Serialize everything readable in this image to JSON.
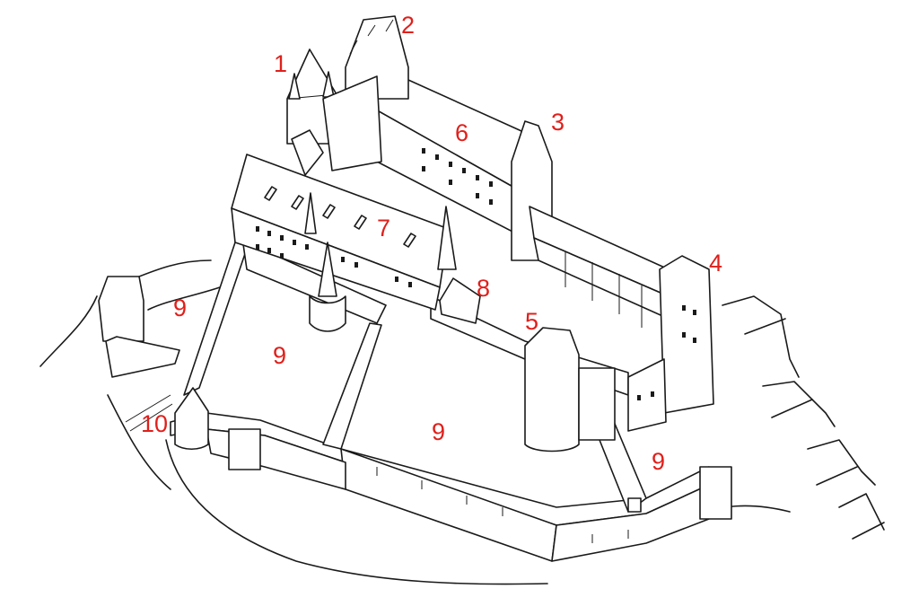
{
  "marker_color": "#e0201b",
  "line_color": "#1a1a1a",
  "markers": [
    {
      "id": "m1",
      "label": "1"
    },
    {
      "id": "m2",
      "label": "2"
    },
    {
      "id": "m3",
      "label": "3"
    },
    {
      "id": "m4",
      "label": "4"
    },
    {
      "id": "m5",
      "label": "5"
    },
    {
      "id": "m6",
      "label": "6"
    },
    {
      "id": "m7",
      "label": "7"
    },
    {
      "id": "m8",
      "label": "8"
    },
    {
      "id": "m9a",
      "label": "9"
    },
    {
      "id": "m9b",
      "label": "9"
    },
    {
      "id": "m9c",
      "label": "9"
    },
    {
      "id": "m9d",
      "label": "9"
    },
    {
      "id": "m10",
      "label": "10"
    }
  ]
}
